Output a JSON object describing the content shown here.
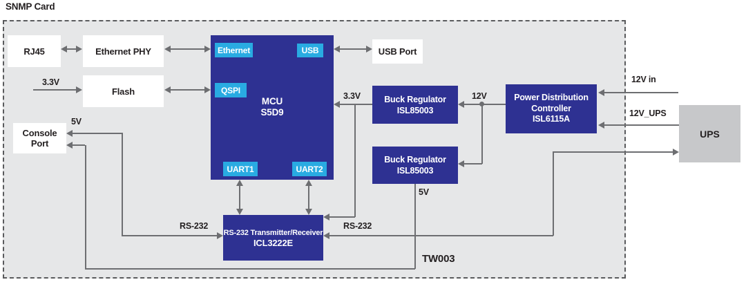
{
  "title": "SNMP Card",
  "board_label": "TW003",
  "colors": {
    "block_blue": "#2e3192",
    "port_cyan": "#29abe2",
    "card_background": "#e6e7e8",
    "ups_gray": "#c7c8ca",
    "wire_gray": "#6d6e71",
    "text_black": "#231f20"
  },
  "blocks": {
    "rj45": {
      "label": "RJ45"
    },
    "ethernet_phy": {
      "label": "Ethernet PHY"
    },
    "flash": {
      "label": "Flash"
    },
    "console_port": {
      "label": "Console Port"
    },
    "usb_port": {
      "label": "USB Port"
    },
    "mcu": {
      "line1": "MCU",
      "line2": "S5D9",
      "ports": {
        "ethernet": "Ethernet",
        "usb": "USB",
        "qspi": "QSPI",
        "uart1": "UART1",
        "uart2": "UART2"
      }
    },
    "buck_regulator_1": {
      "line1": "Buck Regulator",
      "line2": "ISL85003"
    },
    "buck_regulator_2": {
      "line1": "Buck Regulator",
      "line2": "ISL85003"
    },
    "power_distribution_controller": {
      "line1": "Power Distribution",
      "line2": "Controller",
      "line3": "ISL6115A"
    },
    "rs232_transceiver": {
      "line1": "RS-232 Transmitter/Receiver",
      "line2": "ICL3222E"
    },
    "ups": {
      "label": "UPS"
    }
  },
  "net_labels": {
    "v33_flash": "3.3V",
    "v33_mcu": "3.3V",
    "v12": "12V",
    "v5_console": "5V",
    "v5_regulator": "5V",
    "rs232_console": "RS-232",
    "rs232_ups": "RS-232",
    "v12_in": "12V in",
    "v12_ups": "12V_UPS"
  }
}
